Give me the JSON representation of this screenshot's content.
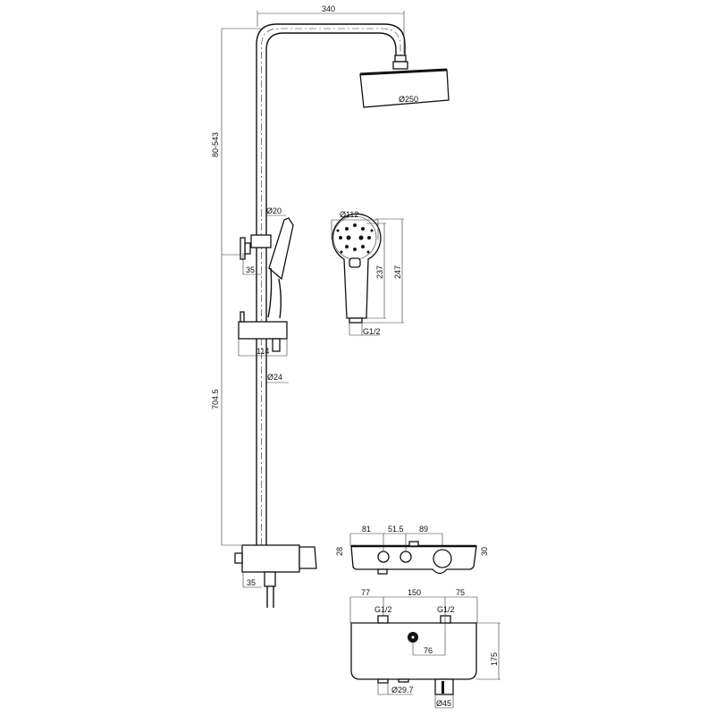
{
  "title": "Shower column technical drawing",
  "dimensions": {
    "top_width": "340",
    "height_adjust": "80-543",
    "head_diameter": "Ø250",
    "rail_diameter": "Ø20",
    "holder_offset": "35",
    "slider_width": "114",
    "pipe_diameter": "Ø24",
    "lower_height": "704.5",
    "base_offset": "35",
    "hand_diameter": "Ø112",
    "hand_len_inner": "237",
    "hand_len_outer": "247",
    "hand_thread": "G1/2",
    "front_d1": "81",
    "front_d2": "51.5",
    "front_d3": "89",
    "front_h_left": "28",
    "front_h_right": "30",
    "bottom_d1": "77",
    "bottom_d2": "150",
    "bottom_d3": "75",
    "inlet_left": "G1/2",
    "inlet_right": "G1/2",
    "knob_offset": "76",
    "body_height": "175",
    "outlet_small": "Ø29.7",
    "outlet_large": "Ø45"
  }
}
